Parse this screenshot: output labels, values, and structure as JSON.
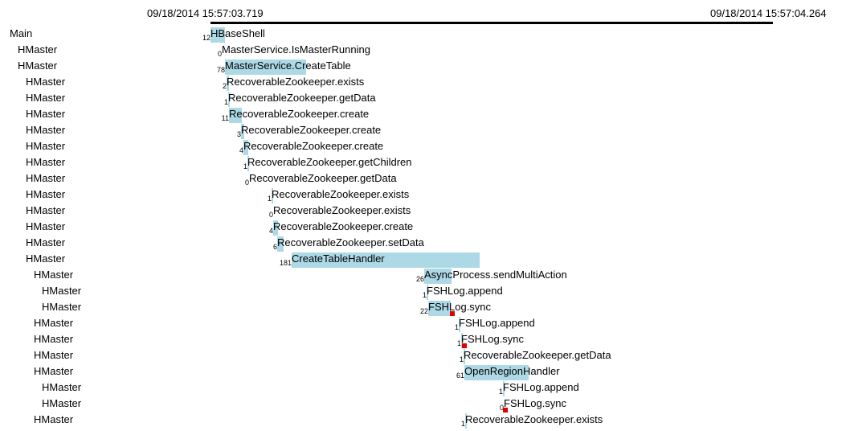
{
  "header": {
    "start_time": "09/18/2014 15:57:03.719",
    "end_time": "09/18/2014 15:57:04.264"
  },
  "rows": [
    {
      "thread": "Main",
      "span": "HBaseShell",
      "duration": "12"
    },
    {
      "thread": "HMaster",
      "span": "MasterService.IsMasterRunning",
      "duration": "0"
    },
    {
      "thread": "HMaster",
      "span": "MasterService.CreateTable",
      "duration": "78"
    },
    {
      "thread": "HMaster",
      "span": "RecoverableZookeeper.exists",
      "duration": "2"
    },
    {
      "thread": "HMaster",
      "span": "RecoverableZookeeper.getData",
      "duration": "1"
    },
    {
      "thread": "HMaster",
      "span": "RecoverableZookeeper.create",
      "duration": "11"
    },
    {
      "thread": "HMaster",
      "span": "RecoverableZookeeper.create",
      "duration": "3"
    },
    {
      "thread": "HMaster",
      "span": "RecoverableZookeeper.create",
      "duration": "4"
    },
    {
      "thread": "HMaster",
      "span": "RecoverableZookeeper.getChildren",
      "duration": "1"
    },
    {
      "thread": "HMaster",
      "span": "RecoverableZookeeper.getData",
      "duration": "0"
    },
    {
      "thread": "HMaster",
      "span": "RecoverableZookeeper.exists",
      "duration": "1"
    },
    {
      "thread": "HMaster",
      "span": "RecoverableZookeeper.exists",
      "duration": "0"
    },
    {
      "thread": "HMaster",
      "span": "RecoverableZookeeper.create",
      "duration": "4"
    },
    {
      "thread": "HMaster",
      "span": "RecoverableZookeeper.setData",
      "duration": "6"
    },
    {
      "thread": "HMaster",
      "span": "CreateTableHandler",
      "duration": "181"
    },
    {
      "thread": "HMaster",
      "span": "AsyncProcess.sendMultiAction",
      "duration": "26"
    },
    {
      "thread": "HMaster",
      "span": "FSHLog.append",
      "duration": "1"
    },
    {
      "thread": "HMaster",
      "span": "FSHLog.sync",
      "duration": "22"
    },
    {
      "thread": "HMaster",
      "span": "FSHLog.append",
      "duration": "1"
    },
    {
      "thread": "HMaster",
      "span": "FSHLog.sync",
      "duration": "1"
    },
    {
      "thread": "HMaster",
      "span": "RecoverableZookeeper.getData",
      "duration": "1"
    },
    {
      "thread": "HMaster",
      "span": "OpenRegionHandler",
      "duration": "61"
    },
    {
      "thread": "HMaster",
      "span": "FSHLog.append",
      "duration": "1"
    },
    {
      "thread": "HMaster",
      "span": "FSHLog.sync",
      "duration": "0"
    },
    {
      "thread": "HMaster",
      "span": "RecoverableZookeeper.exists",
      "duration": "1"
    }
  ]
}
